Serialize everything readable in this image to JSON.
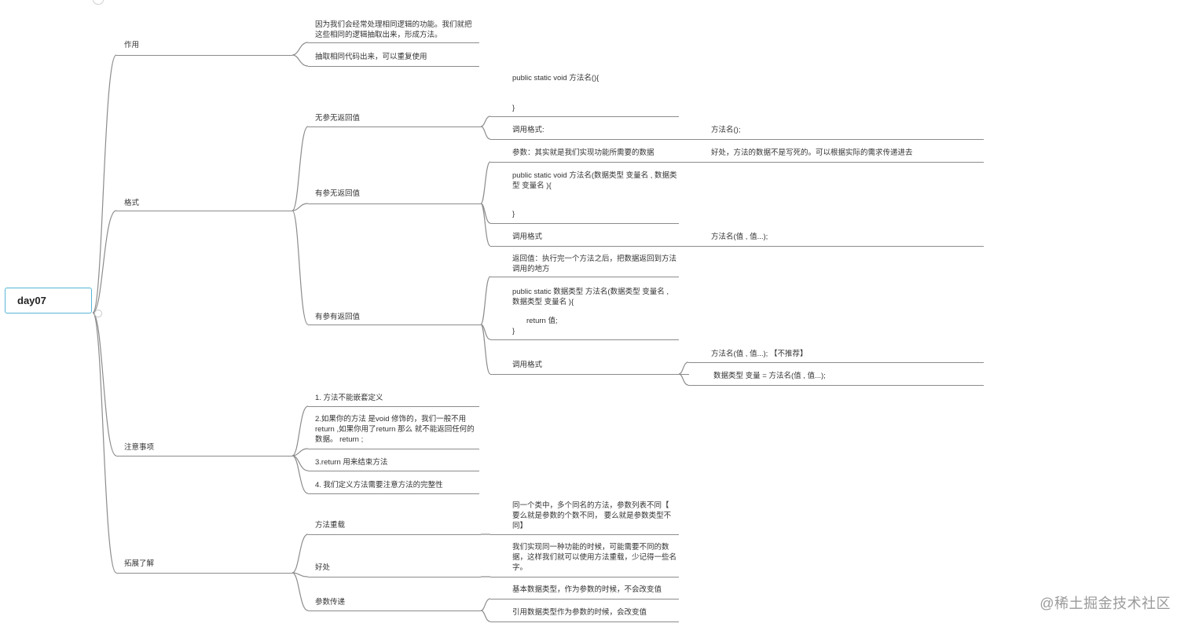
{
  "root": {
    "label": "day07"
  },
  "branches": {
    "zuoyong": {
      "label": "作用",
      "items": [
        "因为我们会经常处理相同逻辑的功能。我们就把这些相同的逻辑抽取出来，形成方法。",
        "抽取相同代码出来，可以重复使用"
      ]
    },
    "geshi": {
      "label": "格式",
      "wucan": {
        "label": "无参无返回值",
        "def": "public static void 方法名(){",
        "close": "}",
        "call_label": "调用格式:",
        "call_value": "方法名();"
      },
      "youcan": {
        "label": "有参无返回值",
        "param_desc": "参数：其实就是我们实现功能所需要的数据",
        "param_benefit": "好处，方法的数据不是写死的。可以根据实际的需求传递进去",
        "def": "public static void 方法名(数据类型 变量名 , 数据类型  变量名 ){",
        "close": "}",
        "call_label": "调用格式",
        "call_value": "方法名(值 , 值...);"
      },
      "youfan": {
        "label": "有参有返回值",
        "return_desc": "返回值：执行完一个方法之后，把数据返回到方法调用的地方",
        "def": "public static 数据类型 方法名(数据类型  变量名 , 数据类型  变量名 ){",
        "ret": "return  值;",
        "close": "}",
        "call_label": "调用格式",
        "call_value_1": "方法名(值 , 值...);  【不推荐】",
        "call_value_2": "数据类型 变量  = 方法名(值 , 值...);"
      }
    },
    "zhuyi": {
      "label": "注意事项",
      "items": [
        "1. 方法不能嵌套定义",
        "2.如果你的方法 是void  修饰的，我们一般不用 return ,如果你用了return 那么 就不能返回任何的数据。   return ;",
        "3.return 用来结束方法",
        "4.  我们定义方法需要注意方法的完整性"
      ]
    },
    "tuozhan": {
      "label": "拓展了解",
      "chongzai": {
        "label": "方法重载",
        "desc": "同一个类中，多个同名的方法，参数列表不同【 要么就是参数的个数不同， 要么就是参数类型不同】"
      },
      "haochu": {
        "label": "好处",
        "desc": "我们实现同一种功能的时候，可能需要不同的数据，这样我们就可以使用方法重载，少记得一些名字。"
      },
      "chuandi": {
        "label": "参数传递",
        "items": [
          "基本数据类型，作为参数的时候，不会改变值",
          "引用数据类型作为参数的时候，会改变值"
        ]
      }
    }
  },
  "watermark": "@稀土掘金技术社区",
  "colors": {
    "line": "#8c8c8c",
    "root_border": "#56b5d6",
    "text": "#333333",
    "watermark": "#9a9a9a"
  }
}
